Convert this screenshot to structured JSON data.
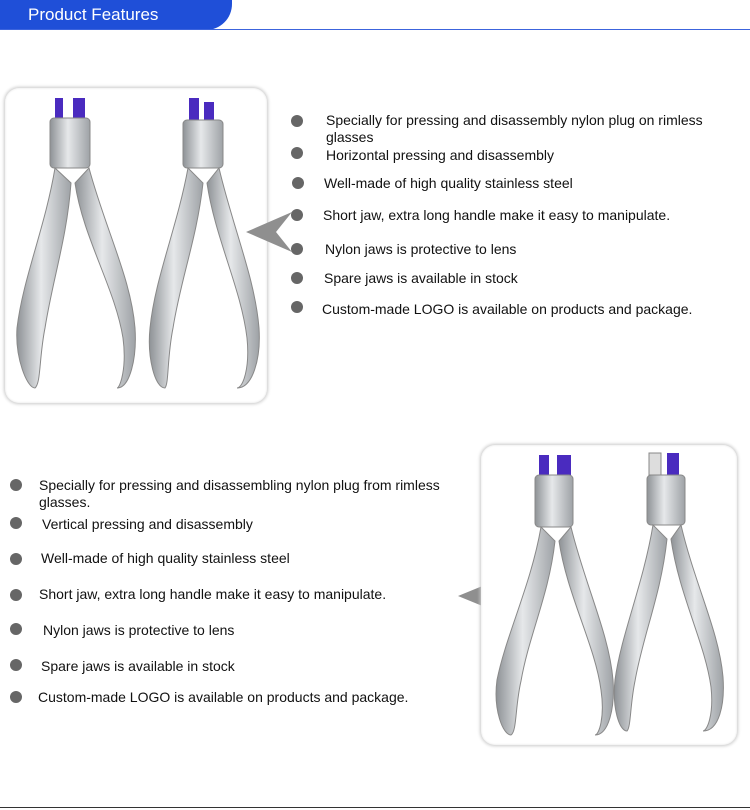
{
  "header": {
    "title": "Product Features",
    "accent": "#1f4fd8"
  },
  "section1": {
    "features": [
      "Specially for pressing and disassembly nylon plug on rimless glasses",
      "Horizontal  pressing and disassembly",
      "Well-made of high quality stainless steel",
      "Short jaw, extra long handle make it easy to manipulate.",
      "Nylon jaws is protective to lens",
      "Spare jaws is available in stock",
      "Custom-made LOGO is available on products and package."
    ]
  },
  "section2": {
    "features": [
      "Specially for pressing and disassembling nylon plug from  rimless glasses.",
      "Vertical pressing and disassembly",
      "Well-made of high quality stainless steel",
      "Short jaw, extra long handle make it easy to manipulate.",
      "Nylon jaws is protective to lens",
      "Spare jaws is available in stock",
      "Custom-made LOGO is available on products and package."
    ]
  },
  "icons": {
    "bullet": "bullet-dot-icon",
    "pointer": "triangle-pointer-icon"
  },
  "colors": {
    "bullet": "#666666",
    "jaw": "#4a2bbf",
    "steel": "#b8bcc0"
  }
}
